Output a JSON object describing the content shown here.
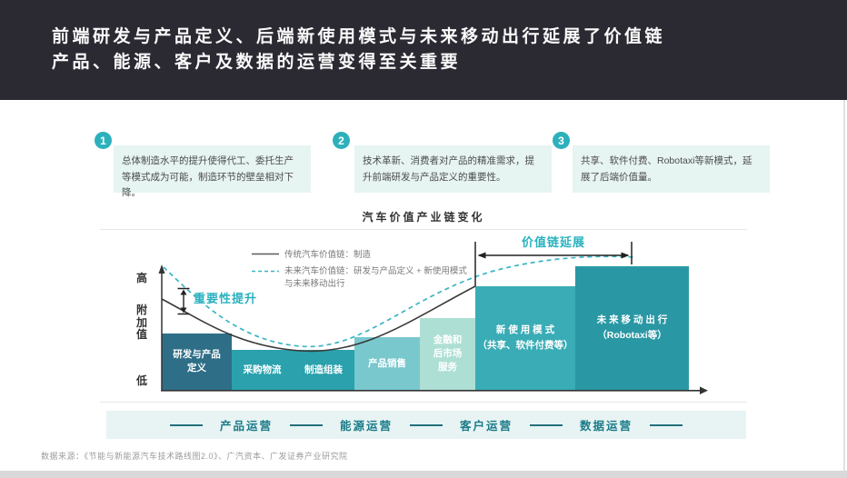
{
  "header": {
    "title_line1": "前端研发与产品定义、后端新使用模式与未来移动出行延展了价值链",
    "title_line2": "产品、能源、客户及数据的运营变得至关重要"
  },
  "callouts": [
    {
      "number": "1",
      "text": "总体制造水平的提升使得代工、委托生产等模式成为可能，制造环节的壁垒相对下降。"
    },
    {
      "number": "2",
      "text": "技术革新、消费者对产品的精准需求，提升前端研发与产品定义的重要性。"
    },
    {
      "number": "3",
      "text": "共享、软件付费、Robotaxi等新模式，延展了后端价值量。"
    }
  ],
  "chart": {
    "title": "汽车价值产业链变化",
    "legend": {
      "traditional": "传统汽车价值链：制造",
      "future": "未来汽车价值链：研发与产品定义 + 新使用模式\n与未来移动出行"
    },
    "y_axis": {
      "high": "高",
      "label": "附加值",
      "low": "低"
    },
    "annotations": {
      "importance": "重要性提升",
      "extension": "价值链延展"
    },
    "bars": [
      {
        "label": "研发与产品\n定义",
        "color": "#2E6E87"
      },
      {
        "label": "采购物流",
        "color": "#2AA1AD"
      },
      {
        "label": "制造组装",
        "color": "#2AA1AD"
      },
      {
        "label": "产品销售",
        "color": "#79C8CE"
      },
      {
        "label": "金融和\n后市场\n服务",
        "color": "#AEDFD4"
      },
      {
        "label": "新 使 用 模 式\n（共享、软件付费等）",
        "color": "#3AACB5"
      },
      {
        "label": "未 来 移 动 出 行\n（Robotaxi等）",
        "color": "#2A98A4"
      }
    ]
  },
  "strip": {
    "items": [
      "产品运营",
      "能源运营",
      "客户运营",
      "数据运营"
    ]
  },
  "footer": {
    "source": "数据来源：《节能与新能源汽车技术路线图2.0》、广汽资本、广发证券产业研究院"
  },
  "colors": {
    "header_bg": "#2B2A33",
    "accent_teal": "#2CB1BC",
    "callout_box_bg": "#E6F4F2",
    "strip_bg": "#E7F4F3",
    "strip_text": "#1A7A88",
    "dashed_curve": "#3AB5C2",
    "solid_curve": "#3A3A3A",
    "bar_colors": [
      "#2E6E87",
      "#2AA1AD",
      "#2AA1AD",
      "#79C8CE",
      "#AEDFD4",
      "#3AACB5",
      "#2A98A4"
    ]
  },
  "chart_data": {
    "type": "bar",
    "title": "汽车价值产业链变化",
    "ylabel": "附加值",
    "y_axis_ticks": [
      "高",
      "低"
    ],
    "categories": [
      "研发与产品定义",
      "采购物流",
      "制造组装",
      "产品销售",
      "金融和后市场服务",
      "新使用模式（共享、软件付费等）",
      "未来移动出行（Robotaxi等）"
    ],
    "values": [
      44,
      31,
      31,
      41,
      56,
      81,
      97
    ],
    "value_scale": "relative value-added, 0-100 estimated from pixel heights (conceptual chart, no numeric axis)",
    "series": [
      {
        "name": "传统汽车价值链：制造",
        "style": "solid-line",
        "approx_values": [
          53,
          34,
          31,
          49,
          74,
          82,
          null
        ]
      },
      {
        "name": "未来汽车价值链：研发与产品定义 + 新使用模式与未来移动出行",
        "style": "dashed-line",
        "approx_values": [
          71,
          39,
          41,
          64,
          86,
          99,
          105
        ]
      }
    ],
    "annotations": [
      "重要性提升 (gap arrow between curves at left)",
      "价值链延展 (extension arrow over last two bars)"
    ],
    "legend_position": "top-left-inside",
    "grid": false
  }
}
